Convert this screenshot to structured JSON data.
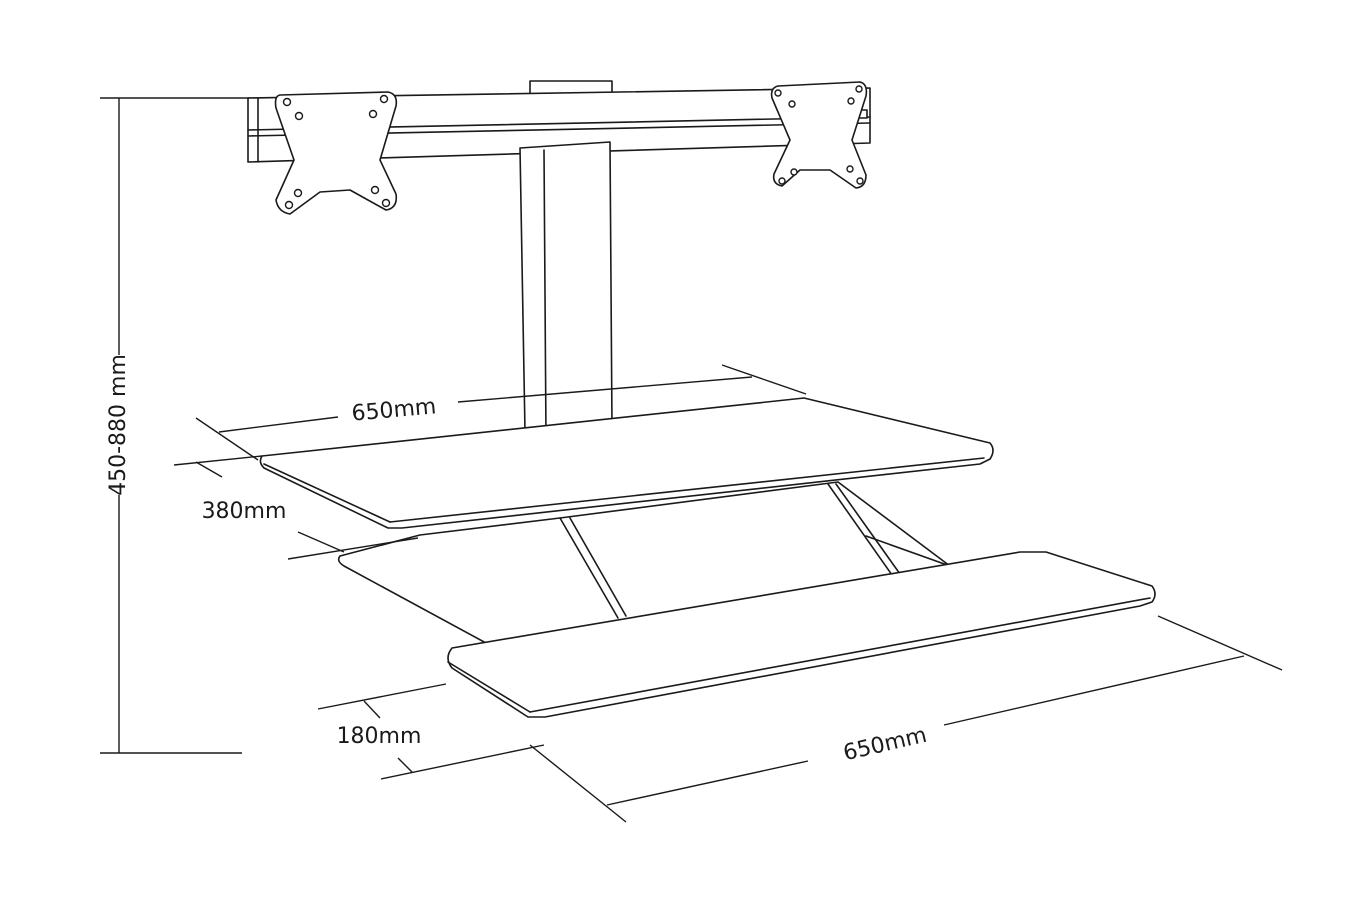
{
  "dimensions": {
    "height_range": "450-880 mm",
    "upper_width": "650mm",
    "upper_depth": "380mm",
    "keyboard_depth": "180mm",
    "keyboard_width": "650mm"
  }
}
